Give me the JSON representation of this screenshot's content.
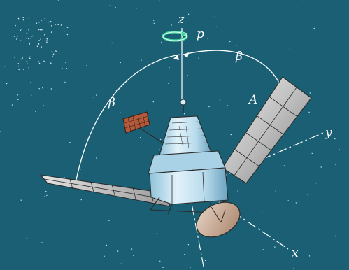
{
  "figure": {
    "background_color": "#1b5f74",
    "labels": {
      "z_axis": "z",
      "spin_rate": "p",
      "angle_left": "β",
      "angle_right": "β",
      "panel_point": "A",
      "y_axis": "y",
      "x_axis": "x"
    },
    "colors": {
      "body_light": "#d6ecf7",
      "body_mid": "#a9d2e6",
      "body_dark": "#6ea9c4",
      "panel_light": "#d9d9d9",
      "panel_dark": "#8a8a8a",
      "antenna_grid": "#b25a3c",
      "spin_arrow": "#3fd39a",
      "dish": "#c9a892",
      "lines": "#ffffff"
    },
    "icons": [
      "spin-arrow-icon",
      "satellite-illustration"
    ]
  }
}
